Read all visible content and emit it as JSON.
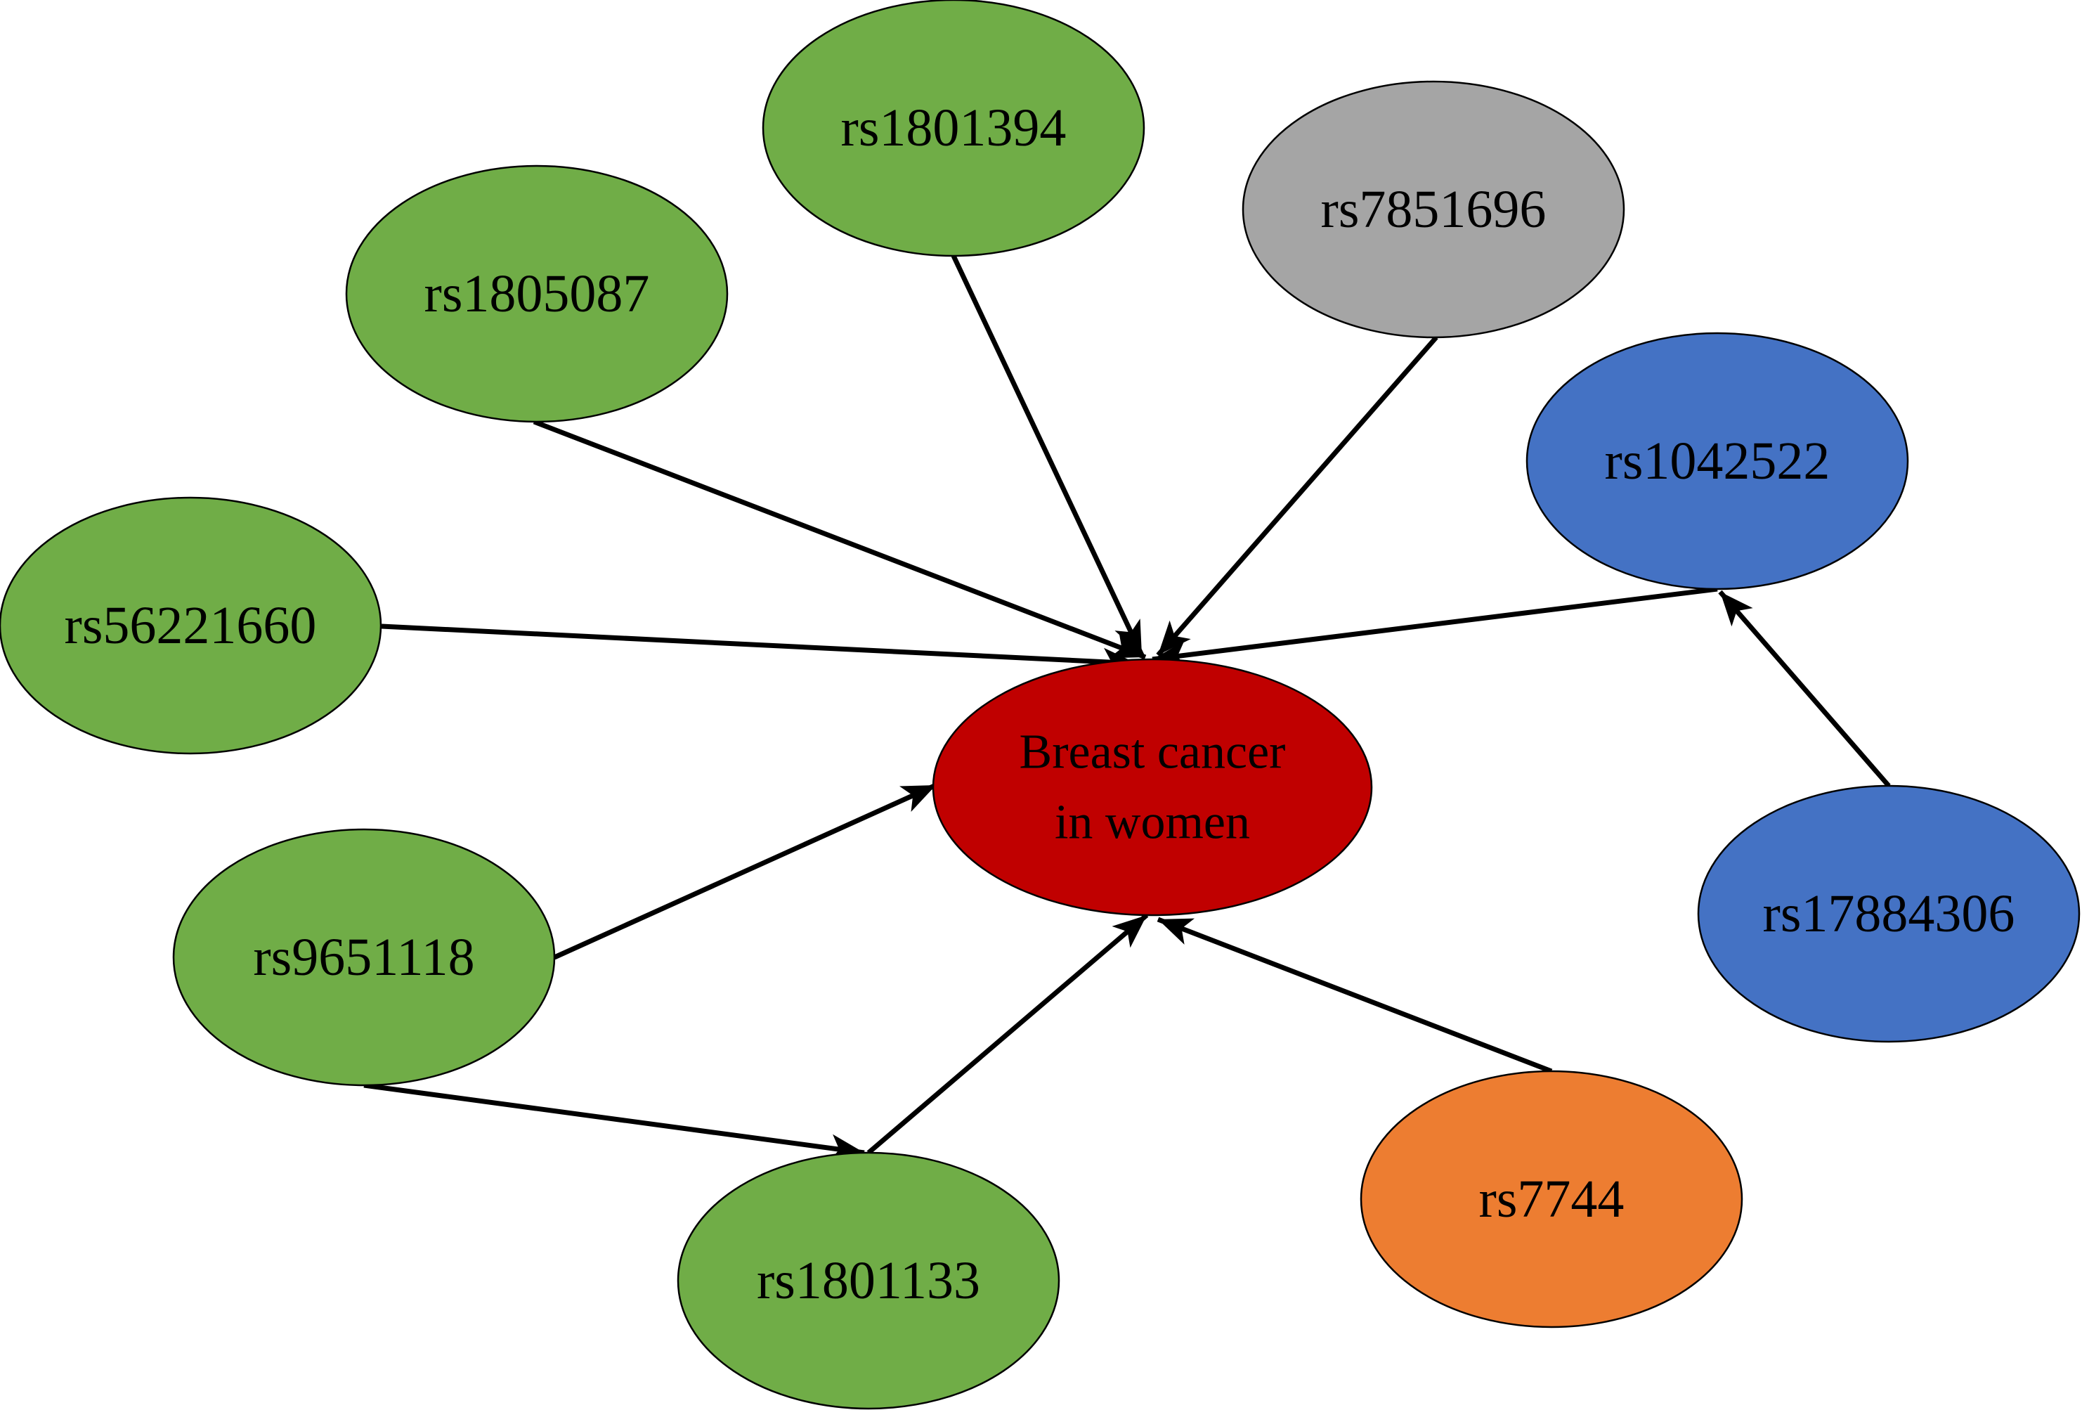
{
  "colors": {
    "green": "#70AD47",
    "gray": "#A5A5A5",
    "blue": "#4472C4",
    "orange": "#ED7D31",
    "red": "#C00000"
  },
  "center": {
    "label_lines": [
      "Breast cancer",
      "in women"
    ],
    "color": "#C00000"
  },
  "nodes": [
    {
      "id": "rs1801394",
      "label": "rs1801394",
      "color": "#70AD47"
    },
    {
      "id": "rs7851696",
      "label": "rs7851696",
      "color": "#A5A5A5"
    },
    {
      "id": "rs1805087",
      "label": "rs1805087",
      "color": "#70AD47"
    },
    {
      "id": "rs1042522",
      "label": "rs1042522",
      "color": "#4472C4"
    },
    {
      "id": "rs56221660",
      "label": "rs56221660",
      "color": "#70AD47"
    },
    {
      "id": "rs9651118",
      "label": "rs9651118",
      "color": "#70AD47"
    },
    {
      "id": "rs17884306",
      "label": "rs17884306",
      "color": "#4472C4"
    },
    {
      "id": "rs1801133",
      "label": "rs1801133",
      "color": "#70AD47"
    },
    {
      "id": "rs7744",
      "label": "rs7744",
      "color": "#ED7D31"
    }
  ],
  "edges": [
    {
      "from": "rs1805087",
      "to": "center"
    },
    {
      "from": "rs1801394",
      "to": "center"
    },
    {
      "from": "rs7851696",
      "to": "center"
    },
    {
      "from": "rs56221660",
      "to": "center"
    },
    {
      "from": "rs1042522",
      "to": "center"
    },
    {
      "from": "rs9651118",
      "to": "center"
    },
    {
      "from": "rs1801133",
      "to": "center"
    },
    {
      "from": "rs7744",
      "to": "center"
    },
    {
      "from": "rs9651118",
      "to": "rs1801133"
    },
    {
      "from": "rs17884306",
      "to": "rs1042522"
    }
  ]
}
